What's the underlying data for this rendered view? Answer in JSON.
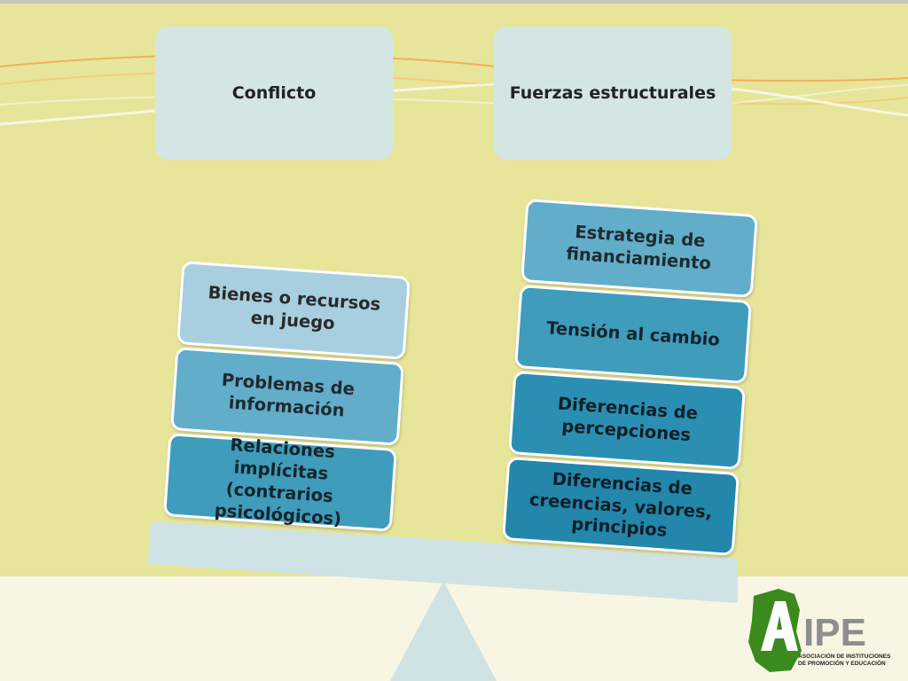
{
  "headers": {
    "left": "Conflicto",
    "right": "Fuerzas estructurales"
  },
  "left_items": [
    "Bienes o recursos en juego",
    "Problemas de información",
    "Relaciones implícitas (contrarios psicológicos)"
  ],
  "right_items": [
    "Estrategia de financiamiento",
    "Tensión al cambio",
    "Diferencias de percepciones",
    "Diferencias de creencias, valores, principios"
  ],
  "logo": {
    "mark": "AIPE",
    "tagline_1": "ASOCIACIÓN DE INSTITUCIONES",
    "tagline_2": "DE PROMOCIÓN Y EDUCACIÓN"
  },
  "colors": {
    "background": "#e6e59a",
    "header_box": "#d4e6e3",
    "beam": "#cfe3e4",
    "logo_green": "#3a8a1e"
  }
}
